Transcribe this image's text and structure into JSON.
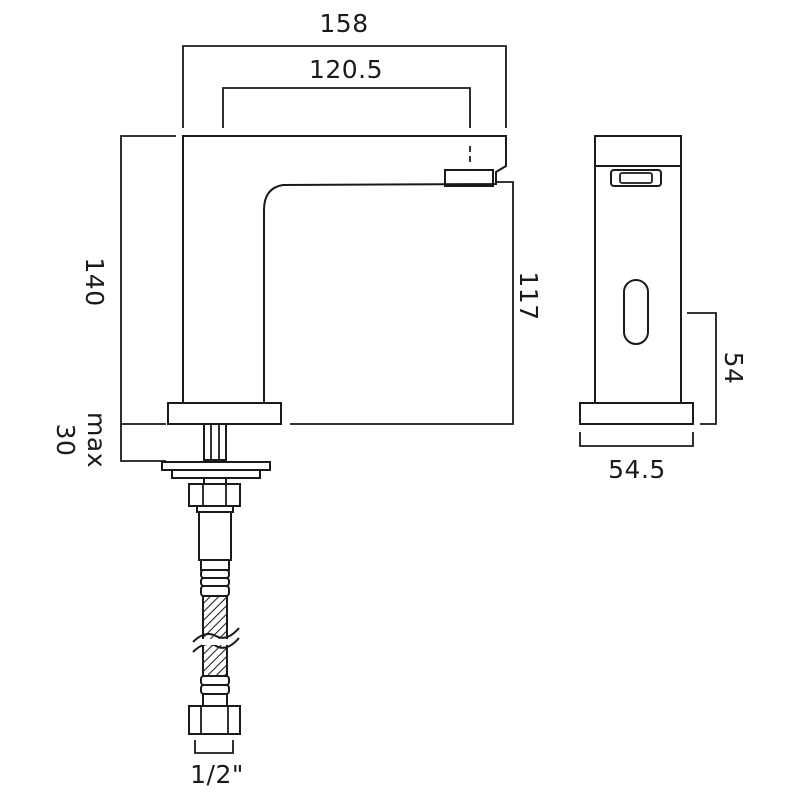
{
  "dimensions": {
    "overall_width": "158",
    "spout_reach": "120.5",
    "overall_height": "140",
    "spout_height": "117",
    "max_label": "max",
    "max_thickness": "30",
    "sensor_height": "54",
    "base_depth": "54.5",
    "connection_size": "1/2\""
  },
  "colors": {
    "line": "#1a1a1a",
    "background": "#ffffff"
  }
}
